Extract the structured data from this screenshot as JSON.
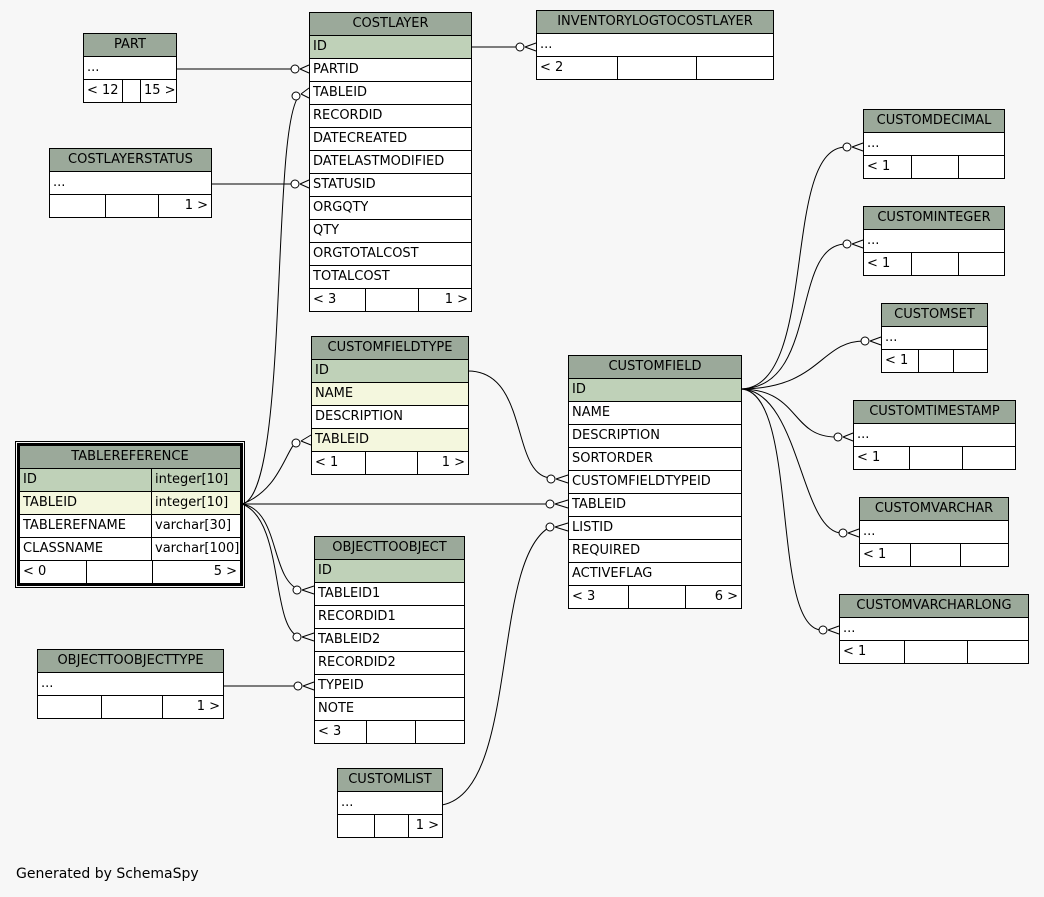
{
  "tables": {
    "part": {
      "name": "PART",
      "rows": [
        "..."
      ],
      "foot": [
        "< 12",
        "",
        "15 >"
      ]
    },
    "costlayer": {
      "name": "COSTLAYER",
      "rows": [
        "ID",
        "PARTID",
        "TABLEID",
        "RECORDID",
        "DATECREATED",
        "DATELASTMODIFIED",
        "STATUSID",
        "ORGQTY",
        "QTY",
        "ORGTOTALCOST",
        "TOTALCOST"
      ],
      "foot": [
        "< 3",
        "",
        "1 >"
      ]
    },
    "invlog": {
      "name": "INVENTORYLOGTOCOSTLAYER",
      "rows": [
        "..."
      ],
      "foot": [
        "< 2",
        "",
        ""
      ]
    },
    "costlayerstatus": {
      "name": "COSTLAYERSTATUS",
      "rows": [
        "..."
      ],
      "foot": [
        "",
        "",
        "1 >"
      ]
    },
    "customdecimal": {
      "name": "CUSTOMDECIMAL",
      "rows": [
        "..."
      ],
      "foot": [
        "< 1",
        "",
        ""
      ]
    },
    "custominteger": {
      "name": "CUSTOMINTEGER",
      "rows": [
        "..."
      ],
      "foot": [
        "< 1",
        "",
        ""
      ]
    },
    "customset": {
      "name": "CUSTOMSET",
      "rows": [
        "..."
      ],
      "foot": [
        "< 1",
        "",
        ""
      ]
    },
    "customtimestamp": {
      "name": "CUSTOMTIMESTAMP",
      "rows": [
        "..."
      ],
      "foot": [
        "< 1",
        "",
        ""
      ]
    },
    "customvarchar": {
      "name": "CUSTOMVARCHAR",
      "rows": [
        "..."
      ],
      "foot": [
        "< 1",
        "",
        ""
      ]
    },
    "customvarcharlong": {
      "name": "CUSTOMVARCHARLONG",
      "rows": [
        "..."
      ],
      "foot": [
        "< 1",
        "",
        ""
      ]
    },
    "customfieldtype": {
      "name": "CUSTOMFIELDTYPE",
      "rows": [
        "ID",
        "NAME",
        "DESCRIPTION",
        "TABLEID"
      ],
      "foot": [
        "< 1",
        "",
        "1 >"
      ]
    },
    "customfield": {
      "name": "CUSTOMFIELD",
      "rows": [
        "ID",
        "NAME",
        "DESCRIPTION",
        "SORTORDER",
        "CUSTOMFIELDTYPEID",
        "TABLEID",
        "LISTID",
        "REQUIRED",
        "ACTIVEFLAG"
      ],
      "foot": [
        "< 3",
        "",
        "6 >"
      ]
    },
    "tablereference": {
      "name": "TABLEREFERENCE",
      "rows": [
        [
          "ID",
          "integer[10]"
        ],
        [
          "TABLEID",
          "integer[10]"
        ],
        [
          "TABLEREFNAME",
          "varchar[30]"
        ],
        [
          "CLASSNAME",
          "varchar[100]"
        ]
      ],
      "foot": [
        "< 0",
        "",
        "5 >"
      ]
    },
    "objecttoobject": {
      "name": "OBJECTTOOBJECT",
      "rows": [
        "ID",
        "TABLEID1",
        "RECORDID1",
        "TABLEID2",
        "RECORDID2",
        "TYPEID",
        "NOTE"
      ],
      "foot": [
        "< 3",
        "",
        ""
      ]
    },
    "objecttoobjecttype": {
      "name": "OBJECTTOOBJECTTYPE",
      "rows": [
        "..."
      ],
      "foot": [
        "",
        "",
        "1 >"
      ]
    },
    "customlist": {
      "name": "CUSTOMLIST",
      "rows": [
        "..."
      ],
      "foot": [
        "",
        "",
        "1 >"
      ]
    }
  },
  "colors": {
    "header": "#9ba99a",
    "primary_key": "#bfd1b8",
    "indexed": "#f4f7de",
    "background": "#f7f7f7"
  },
  "footer": "Generated by SchemaSpy"
}
